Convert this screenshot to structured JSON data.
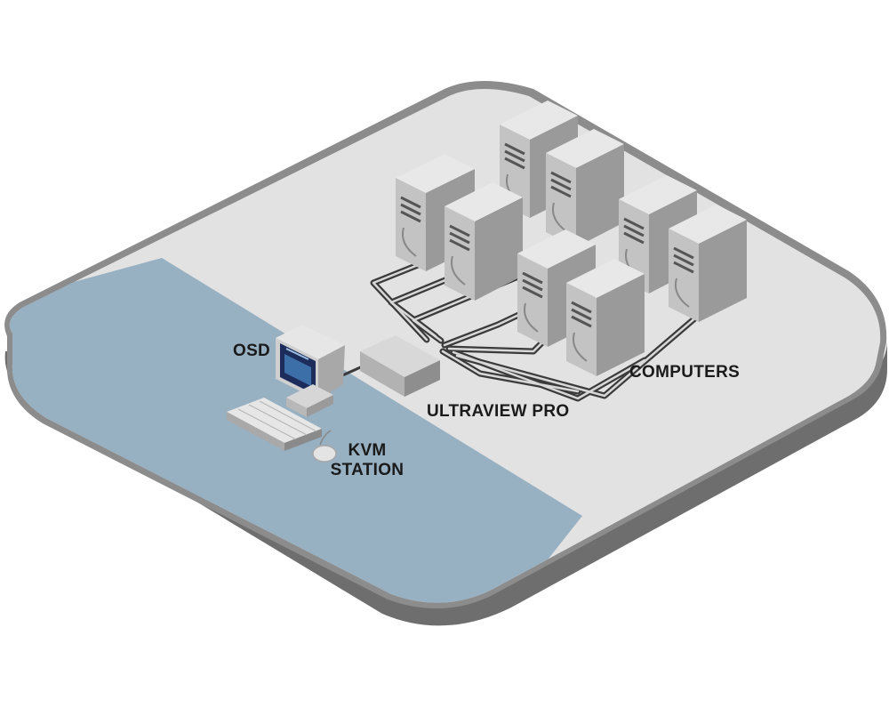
{
  "labels": {
    "osd": "OSD",
    "switch": "ULTRAVIEW PRO",
    "computers": "COMPUTERS",
    "station_line1": "KVM",
    "station_line2": "STATION"
  },
  "colors": {
    "platform_top": "#e2e2e2",
    "platform_edge": "#6e6e6e",
    "platform_rim": "#8c8c8c",
    "station_zone": "#97b0c2",
    "tower_light": "#e8e8e8",
    "tower_mid": "#c3c3c3",
    "tower_dark": "#9a9a9a",
    "cable": "#3b3b3b"
  },
  "icons": [
    "server-tower-icon",
    "kvm-switch-icon",
    "monitor-icon",
    "keyboard-icon",
    "mouse-icon"
  ]
}
